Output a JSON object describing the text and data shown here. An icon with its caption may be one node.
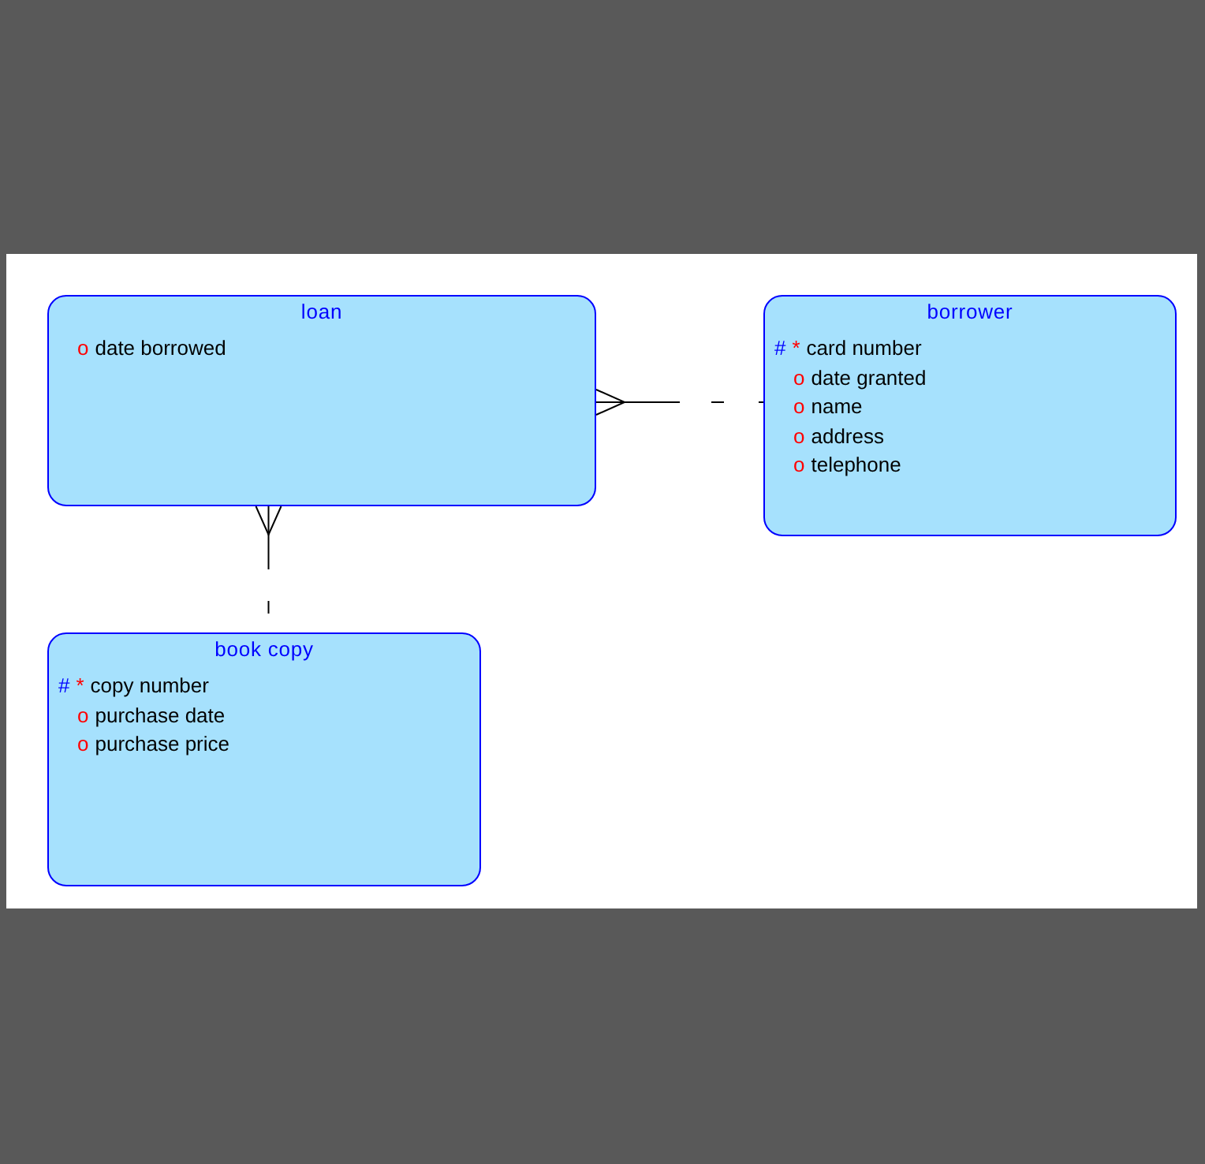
{
  "diagram": {
    "nodes": [
      {
        "text": [
          "loan",
          "o date borrowed"
        ]
      },
      {
        "text": [
          "borrower",
          "# * card number",
          "o date granted",
          "o name",
          "o address",
          "o telephone"
        ]
      },
      {
        "text": [
          "book copy",
          "# * copy number",
          "o purchase date",
          "o purchase price"
        ]
      }
    ],
    "edges": [
      {
        "from": 0,
        "to": 1,
        "arrow": "other"
      },
      {
        "from": 0,
        "to": 2,
        "arrow": "other"
      }
    ]
  }
}
